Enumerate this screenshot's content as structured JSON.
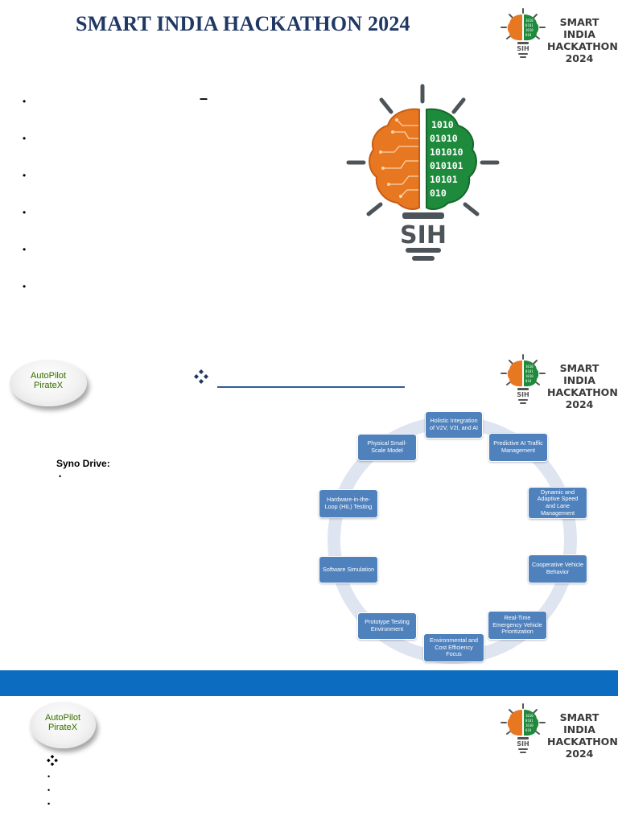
{
  "slide1": {
    "title": "SMART INDIA HACKATHON 2024",
    "logo": {
      "lines": [
        "SMART INDIA",
        "HACKATHON",
        "2024"
      ],
      "badge_text": "SIH"
    },
    "bullet_count": 6,
    "dash": "–",
    "brain_binary": [
      "1010",
      "01010",
      "101010",
      "010101",
      "10101",
      "010"
    ],
    "bulb_text": "SIH"
  },
  "slide2": {
    "badge_lines": [
      "AutoPilot",
      "PirateX"
    ],
    "logo": {
      "lines": [
        "SMART INDIA",
        "HACKATHON",
        "2024"
      ],
      "badge_text": "SIH"
    },
    "syno_label": "Syno Drive:",
    "cycle_steps": [
      "Holistic Integration of V2V, V2I, and AI",
      "Predictive AI Traffic Management",
      "Dynamic and Adaptive Speed and Lane Management",
      "Cooperative Vehicle Behavior",
      "Real-Time Emergency Vehicle Prioritization",
      "Environmental and Cost Efficiency Focus",
      "Prototype Testing Environment",
      "Software Simulation",
      "Hardware-in-the-Loop (HIL) Testing",
      "Physical Small-Scale Model"
    ]
  },
  "slide3": {
    "badge_lines": [
      "AutoPilot",
      "PirateX"
    ],
    "logo": {
      "lines": [
        "SMART INDIA",
        "HACKATHON",
        "2024"
      ],
      "badge_text": "SIH"
    }
  },
  "colors": {
    "title": "#1f3864",
    "cycle_box": "#4f81bd",
    "band": "#0b6cc0",
    "brain_orange": "#e87722",
    "brain_green": "#1e8a3c",
    "bulb_gray": "#4d5459"
  },
  "icons": [
    "sih-brain-logo-icon",
    "brain-bulb-icon",
    "diamond-bullet-icon",
    "cycle-arrow-icon"
  ]
}
